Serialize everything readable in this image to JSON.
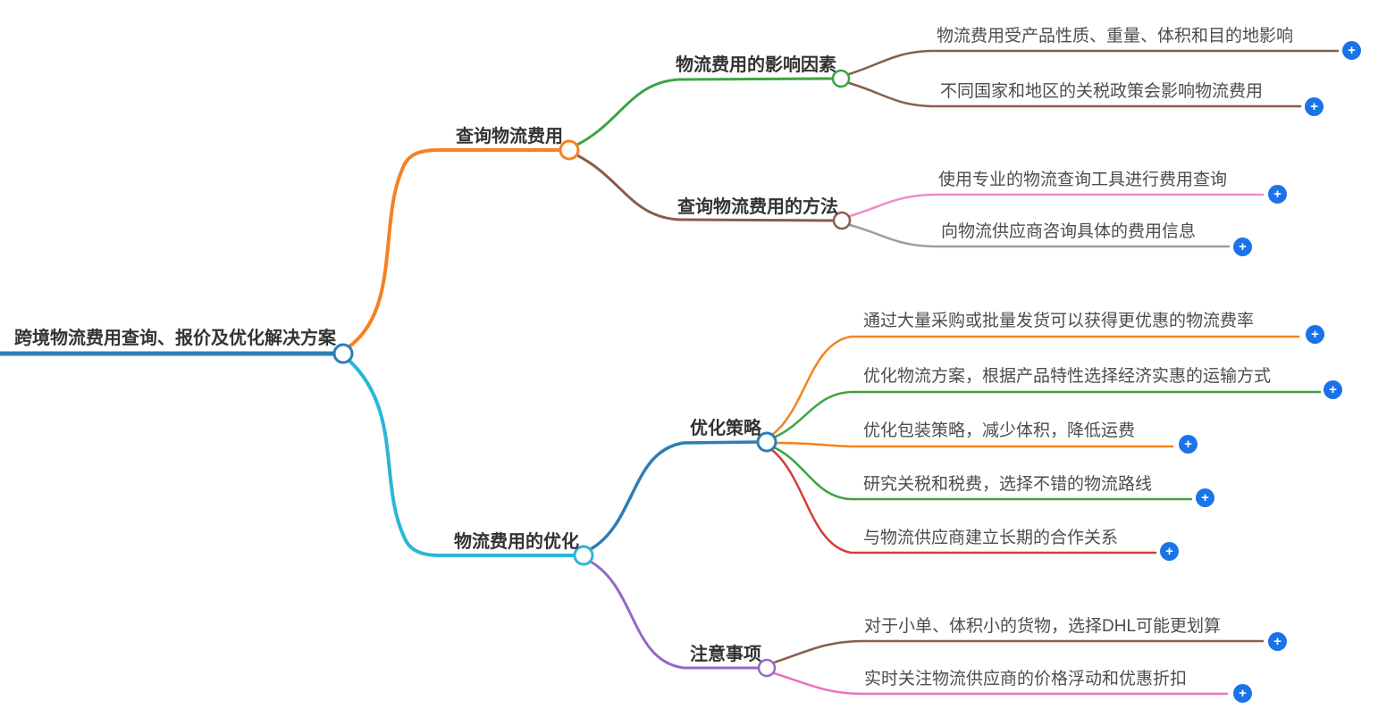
{
  "title": "跨境物流费用查询、报价及优化解决方案",
  "nodes": {
    "root": {
      "label": "跨境物流费用查询、报价及优化解决方案"
    },
    "query": {
      "label": "查询物流费用"
    },
    "factors": {
      "label": "物流费用的影响因素"
    },
    "methods": {
      "label": "查询物流费用的方法"
    },
    "optimize": {
      "label": "物流费用的优化"
    },
    "strategy": {
      "label": "优化策略"
    },
    "notes": {
      "label": "注意事项"
    }
  },
  "leaves": {
    "factor1": {
      "label": "物流费用受产品性质、重量、体积和目的地影响"
    },
    "factor2": {
      "label": "不同国家和地区的关税政策会影响物流费用"
    },
    "method1": {
      "label": "使用专业的物流查询工具进行费用查询"
    },
    "method2": {
      "label": "向物流供应商咨询具体的费用信息"
    },
    "strategy1": {
      "label": "通过大量采购或批量发货可以获得更优惠的物流费率"
    },
    "strategy2": {
      "label": "优化物流方案，根据产品特性选择经济实惠的运输方式"
    },
    "strategy3": {
      "label": "优化包装策略，减少体积，降低运费"
    },
    "strategy4": {
      "label": "研究关税和税费，选择不错的物流路线"
    },
    "strategy5": {
      "label": "与物流供应商建立长期的合作关系"
    },
    "note1": {
      "label": "对于小单、体积小的货物，选择DHL可能更划算"
    },
    "note2": {
      "label": "实时关注物流供应商的价格浮动和优惠折扣"
    }
  },
  "icons": {
    "plus": "+"
  },
  "palette": {
    "blue": "#2e7db6",
    "orange": "#f5821f",
    "cyan": "#29b7d6",
    "green": "#3aa540",
    "brown": "#8a5c4a",
    "pink": "#ef8cc6",
    "gray": "#9e9e9e",
    "red": "#d63c35",
    "purple": "#9468ca",
    "magenta": "#ee6fc4",
    "plus_blue": "#1a73e8",
    "node_text": "#333333",
    "leaf_text": "#4d4d4d"
  }
}
